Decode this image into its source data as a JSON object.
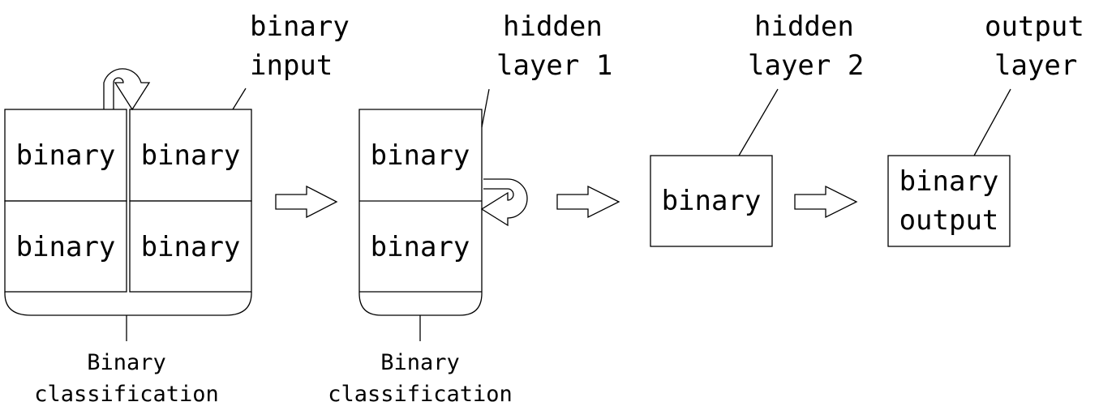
{
  "labels": {
    "binary_input": [
      "binary",
      "input"
    ],
    "hidden_layer_1": [
      "hidden",
      "layer 1"
    ],
    "hidden_layer_2": [
      "hidden",
      "layer 2"
    ],
    "output_layer": [
      "output",
      "layer"
    ]
  },
  "input_block": {
    "cells": [
      "binary",
      "binary",
      "binary",
      "binary"
    ],
    "caption": [
      "Binary",
      "classification"
    ]
  },
  "hidden1_block": {
    "cells": [
      "binary",
      "binary"
    ],
    "caption": [
      "Binary",
      "classification"
    ]
  },
  "hidden2_block": {
    "cell": "binary"
  },
  "output_block": {
    "lines": [
      "binary",
      "output"
    ]
  },
  "colors": {
    "stroke": "#000000",
    "background": "#ffffff"
  },
  "icons": [
    "loop-arrow-icon",
    "right-arrow-icon"
  ]
}
